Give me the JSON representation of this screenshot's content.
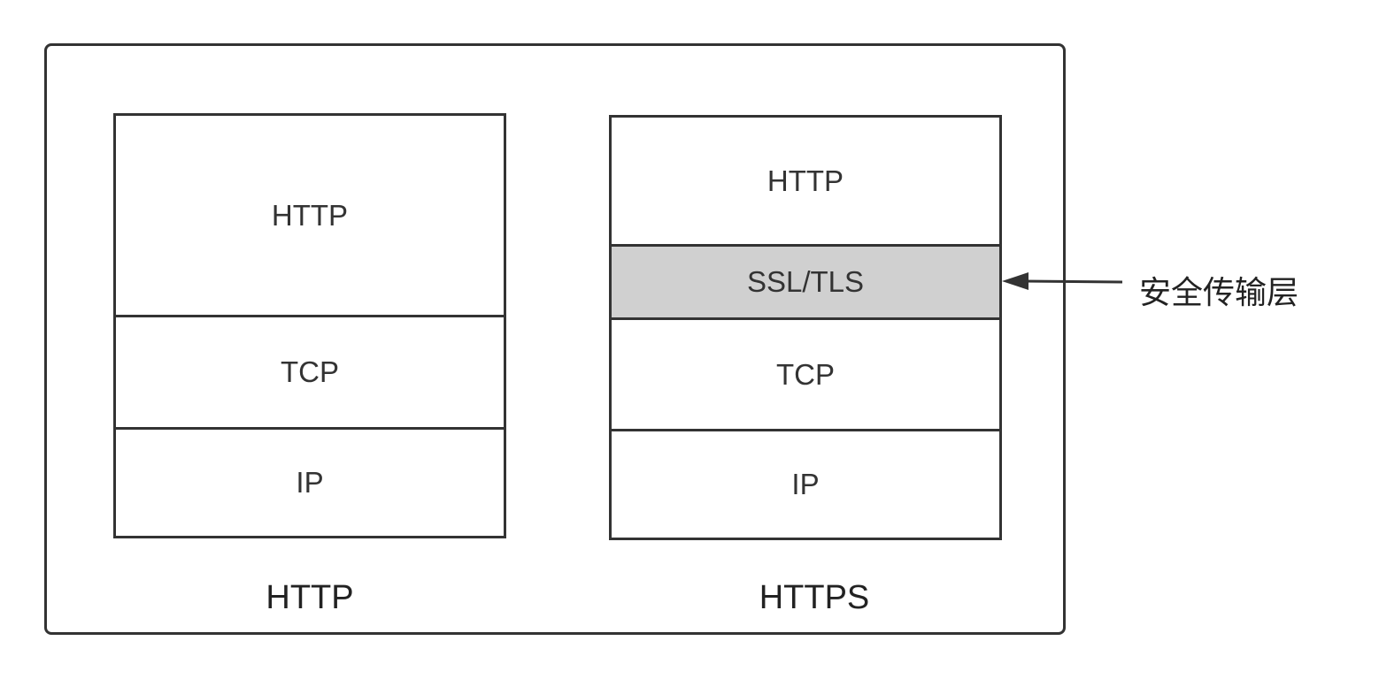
{
  "diagram": {
    "http_stack": {
      "layers": [
        "HTTP",
        "TCP",
        "IP"
      ],
      "caption": "HTTP"
    },
    "https_stack": {
      "layers": [
        "HTTP",
        "SSL/TLS",
        "TCP",
        "IP"
      ],
      "caption": "HTTPS"
    },
    "annotation": {
      "label": "安全传输层",
      "points_to": "SSL/TLS"
    },
    "colors": {
      "line": "#333333",
      "highlight_fill": "#d0d0d0",
      "background": "#ffffff"
    }
  }
}
